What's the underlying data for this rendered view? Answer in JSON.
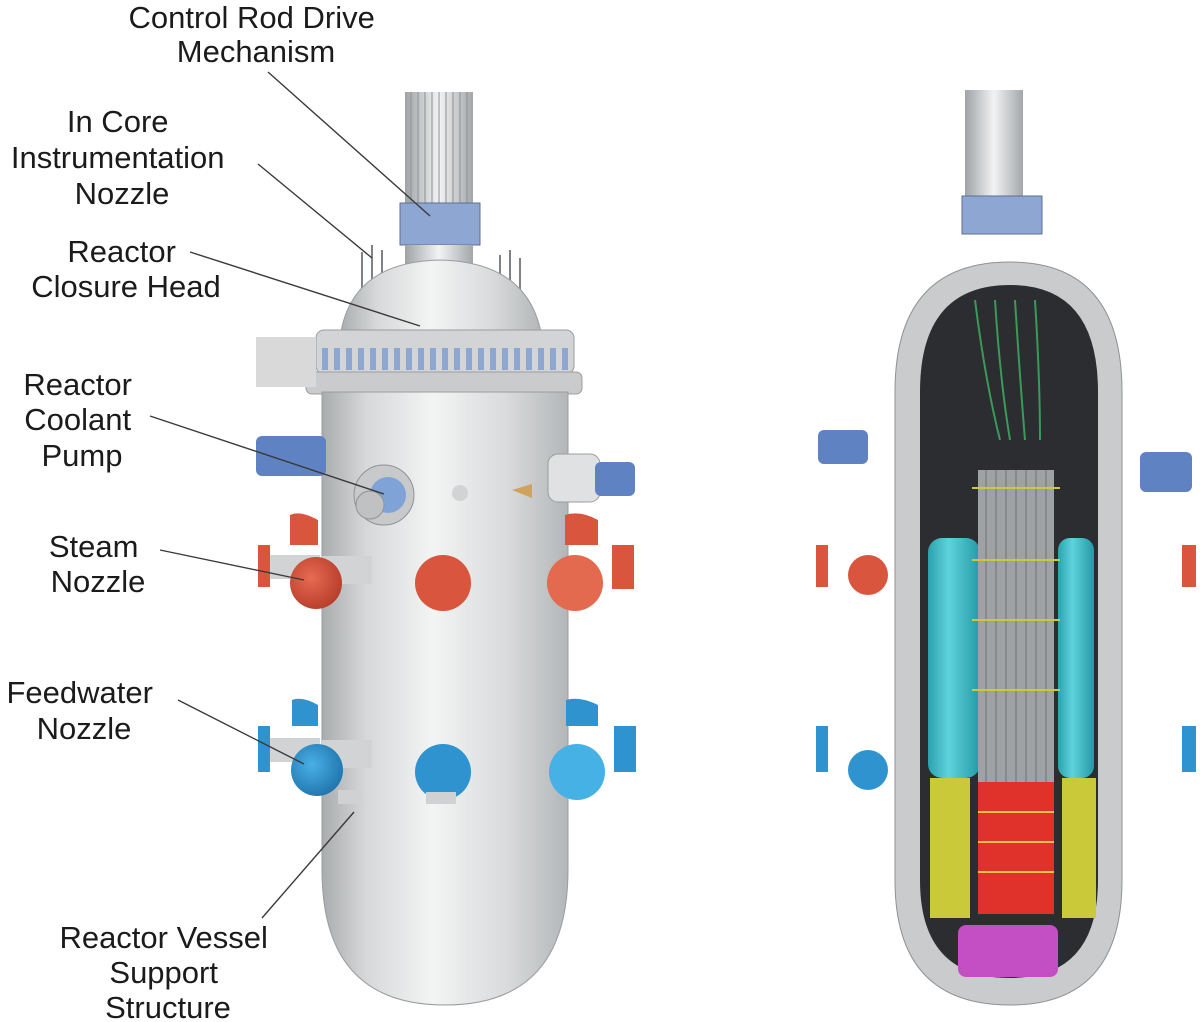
{
  "labels": {
    "control_rod_drive": [
      "Control Rod Drive",
      "Mechanism"
    ],
    "in_core_instrumentation": [
      "In Core",
      "Instrumentation",
      "Nozzle"
    ],
    "closure_head": [
      "Reactor",
      "Closure Head"
    ],
    "coolant_pump": [
      "Reactor",
      "Coolant",
      "Pump"
    ],
    "steam_nozzle": [
      "Steam",
      "Nozzle"
    ],
    "feedwater_nozzle": [
      "Feedwater",
      "Nozzle"
    ],
    "vessel_support": [
      "Reactor Vessel",
      "Support",
      "Structure"
    ]
  },
  "colors": {
    "vessel_shell": "#dcdedf",
    "vessel_shadow": "#b9bcbe",
    "steam_nozzle": "#d9553d",
    "feedwater_nozzle": "#2f93cf",
    "pump_motor": "#5f82c2",
    "crdm_band": "#8ea6d2",
    "steam_generator": "#35bcc8",
    "core_heater": "#e0322b",
    "core_support": "#c44fc4",
    "lower_plenum_yellow": "#c9c93a",
    "riser_green": "#3a9a5a"
  }
}
